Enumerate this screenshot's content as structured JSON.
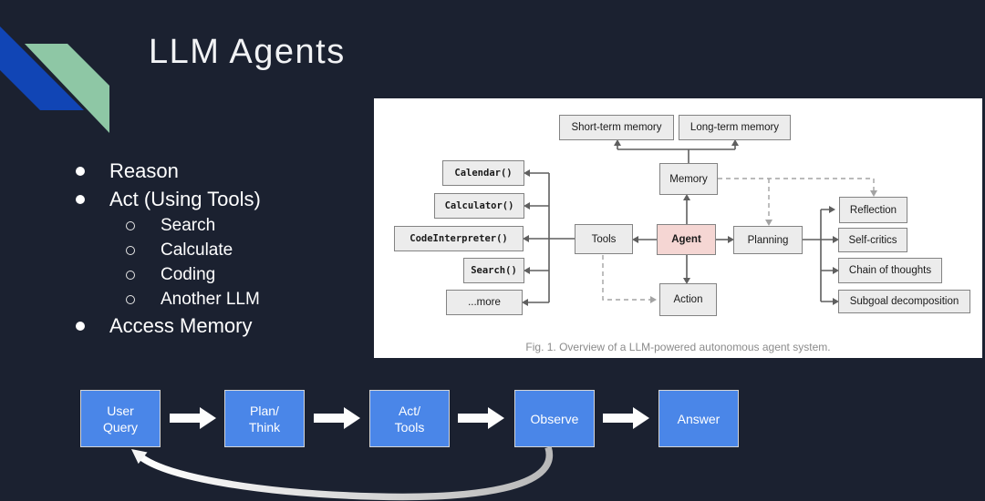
{
  "slide": {
    "title": "LLM Agents",
    "bullets": [
      {
        "level": 1,
        "label": "Reason"
      },
      {
        "level": 1,
        "label": "Act (Using Tools)"
      },
      {
        "level": 2,
        "label": "Search"
      },
      {
        "level": 2,
        "label": "Calculate"
      },
      {
        "level": 2,
        "label": "Coding"
      },
      {
        "level": 2,
        "label": "Another LLM"
      },
      {
        "level": 1,
        "label": "Access Memory"
      }
    ]
  },
  "figure": {
    "caption": "Fig. 1. Overview of a LLM-powered autonomous agent system.",
    "boxes": {
      "short_term": "Short-term memory",
      "long_term": "Long-term memory",
      "memory": "Memory",
      "calendar": "Calendar()",
      "calculator": "Calculator()",
      "code_interpreter": "CodeInterpreter()",
      "search": "Search()",
      "more": "...more",
      "tools": "Tools",
      "agent": "Agent",
      "planning": "Planning",
      "action": "Action",
      "reflection": "Reflection",
      "self_critics": "Self-critics",
      "chain_of_thoughts": "Chain of thoughts",
      "subgoal": "Subgoal decomposition"
    }
  },
  "flow": {
    "steps": [
      "User\nQuery",
      "Plan/\nThink",
      "Act/\nTools",
      "Observe",
      "Answer"
    ]
  },
  "colors": {
    "background": "#1b2130",
    "deco_blue": "#1145b5",
    "deco_green": "#8ec7a5",
    "flow_box_blue": "#4a86e8",
    "agent_box_pink": "#f5d6d3",
    "figure_box_gray": "#ececec",
    "caption_gray": "#8b8b8b"
  }
}
